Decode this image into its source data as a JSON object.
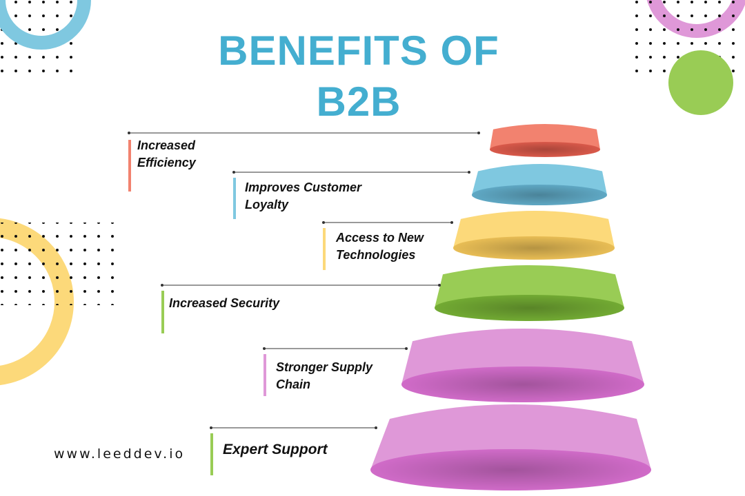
{
  "title": {
    "line1": "BENEFITS OF",
    "line2": "B2B"
  },
  "website": "www.leeddev.io",
  "colors": {
    "title": "#44aed0",
    "red": "#f2826f",
    "blue": "#7fc8e0",
    "yellow": "#fcd97a",
    "green": "#99cc55",
    "purple": "#df98d8"
  },
  "tiers": [
    {
      "label": "Increased Efficiency",
      "color": "#f2826f"
    },
    {
      "label": "Improves Customer Loyalty",
      "color": "#7fc8e0"
    },
    {
      "label": "Access to New Technologies",
      "color": "#fcd97a"
    },
    {
      "label": "Increased Security",
      "color": "#99cc55"
    },
    {
      "label": "Stronger Supply Chain",
      "color": "#df98d8"
    },
    {
      "label": "Expert Support",
      "color": "#df98d8"
    }
  ]
}
